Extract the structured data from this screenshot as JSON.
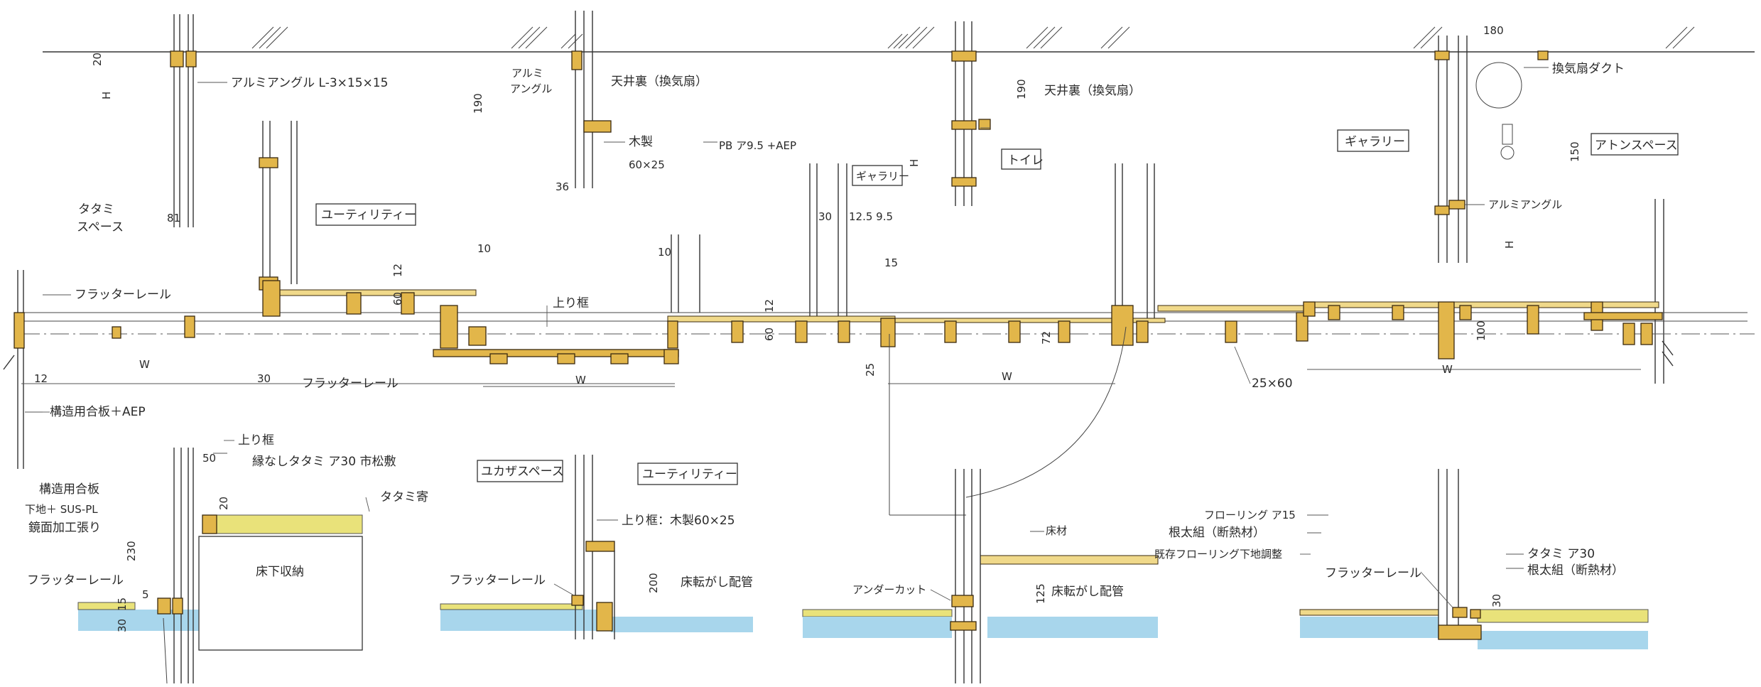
{
  "labels": {
    "top_angle": "アルミアングル L-3×15×15",
    "alumi_angle_a": "アルミ",
    "alumi_angle_b": "アングル",
    "ceiling_1": "天井裏（換気扇）",
    "mokusei": "木製",
    "mokusei_size": "60×25",
    "pb": "PB ア9.5 +AEP",
    "ceiling_2": "天井裏（換気扇）",
    "duct": "換気扇ダクト",
    "tatami_space_a": "タタミ",
    "tatami_space_b": "スペース",
    "utility_top": "ユーティリティー",
    "gallery_small": "ギャラリー",
    "toilet": "トイレ",
    "gallery": "ギャラリー",
    "atons_space": "アトンスペース",
    "alumi_angle_right": "アルミアングル",
    "flutter_rail_1": "フラッターレール",
    "agari_kamachi_1": "上り框",
    "flutter_rail_2": "フラッターレール",
    "struct_plywood_aep": "構造用合板＋AEP",
    "board_25x60": "25×60",
    "agari_kamachi_2": "上り框",
    "tatami_spec": "縁なしタタミ ア30 市松敷",
    "tatami_yose": "タタミ寄",
    "struct_plywood": "構造用合板",
    "sus_1": "下地＋ SUS-PL",
    "sus_2": "鏡面加工張り",
    "flutter_rail_3": "フラッターレール",
    "underfloor_storage": "床下収納",
    "yukasa_space": "ユカザスペース",
    "utility_bottom": "ユーティリティー",
    "agari_kamachi_3": "上り框：木製60×25",
    "flutter_rail_4": "フラッターレール",
    "floor_pipe_1": "床転がし配管",
    "undercut": "アンダーカット",
    "yuka_material": "床材",
    "floor_pipe_2": "床転がし配管",
    "flooring": "フローリング ア15",
    "neda_1": "根太組（断熱材）",
    "existing_floor": "既存フローリング下地調整",
    "flutter_rail_5": "フラッターレール",
    "tatami_a30": "タタミ ア30",
    "neda_2": "根太組（断熱材）"
  },
  "dims": {
    "d20": "20",
    "dH1": "H",
    "d81": "81",
    "d190a": "190",
    "d36": "36",
    "d190b": "190",
    "dH2": "H",
    "d180": "180",
    "d150": "150",
    "dH3": "H",
    "d10a": "10",
    "d12a": "12",
    "d60a": "60",
    "d10b": "10",
    "d30a": "30",
    "d125_95": "12.5 9.5",
    "d15": "15",
    "d12b": "12",
    "d60b": "60",
    "d72": "72",
    "d100": "100",
    "d12c": "12",
    "dW1": "W",
    "d30b": "30",
    "dW2": "W",
    "d25": "25",
    "dW3": "W",
    "dW4": "W",
    "d50": "50",
    "d20b": "20",
    "d230": "230",
    "d30c": "30",
    "d15b": "15",
    "d5": "5",
    "d200": "200",
    "d125": "125",
    "d30d": "30"
  }
}
